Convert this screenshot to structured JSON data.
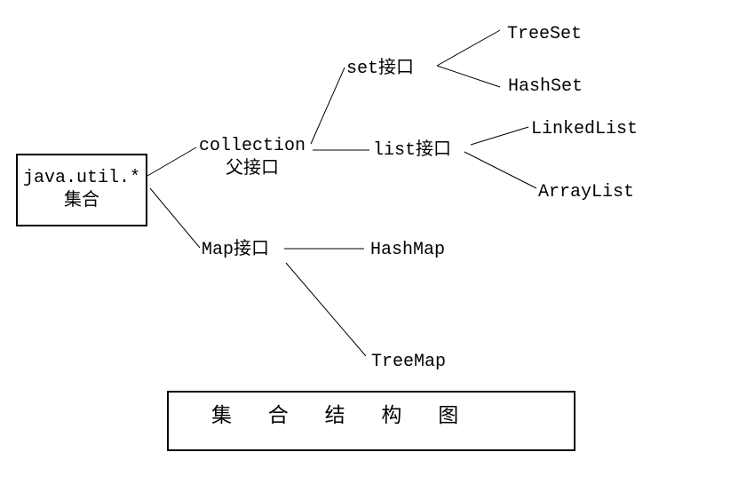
{
  "colors": {
    "background": "#ffffff",
    "line": "#000000",
    "text": "#000000"
  },
  "caption": {
    "text": "集 合 结 构 图"
  },
  "tree": {
    "root": {
      "name": "java.util.*",
      "subtitle": "集合"
    },
    "children": [
      {
        "node": {
          "name": "collection",
          "subtitle": "父接口"
        },
        "children": [
          {
            "node": {
              "name": "set接口"
            },
            "children": [
              {
                "node": {
                  "name": "TreeSet"
                }
              },
              {
                "node": {
                  "name": "HashSet"
                }
              }
            ]
          },
          {
            "node": {
              "name": "list接口"
            },
            "children": [
              {
                "node": {
                  "name": "LinkedList"
                }
              },
              {
                "node": {
                  "name": "ArrayList"
                }
              }
            ]
          }
        ]
      },
      {
        "node": {
          "name": "Map接口"
        },
        "children": [
          {
            "node": {
              "name": "HashMap"
            }
          },
          {
            "node": {
              "name": "TreeMap"
            }
          }
        ]
      }
    ]
  }
}
